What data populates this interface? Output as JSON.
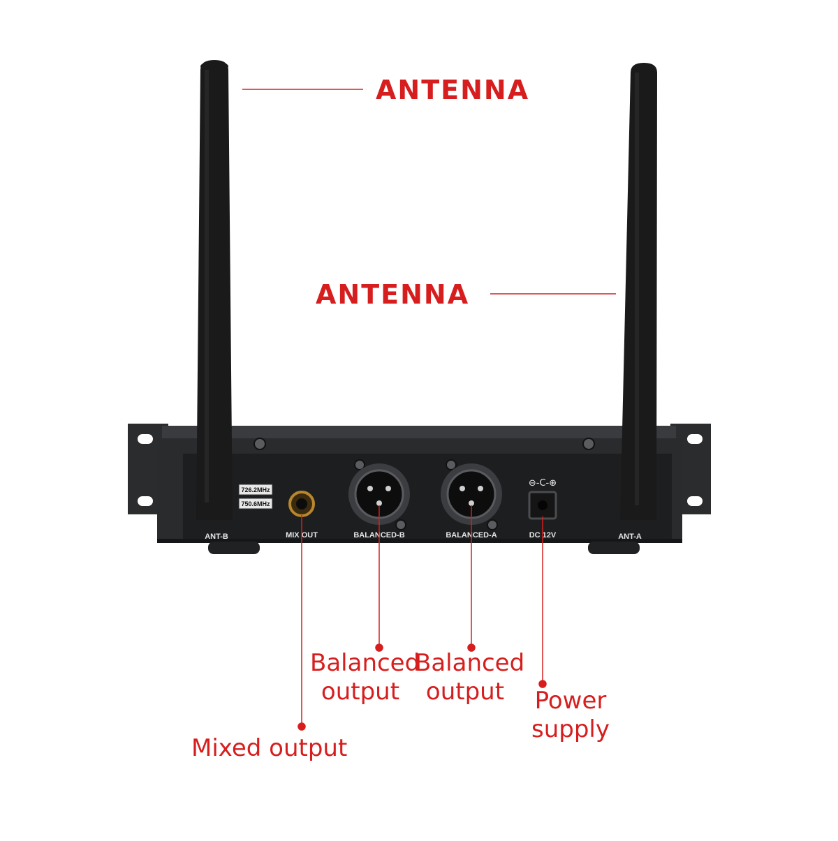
{
  "colors": {
    "accent": "#d71e1e",
    "device_body": "#2a2b2d",
    "device_face": "#1d1e20",
    "antenna": "#1a1a1a",
    "label_text": "#e6e6e6"
  },
  "callouts": {
    "antenna_top": "ANTENNA",
    "antenna_mid": "ANTENNA",
    "balanced_b": [
      "Balanced",
      "output"
    ],
    "balanced_a": [
      "Balanced",
      "output"
    ],
    "power": [
      "Power",
      "supply"
    ],
    "mixed": "Mixed output"
  },
  "panel_labels": {
    "ant_b": "ANT-B",
    "mix_out": "MIX OUT",
    "balanced_b": "BALANCED-B",
    "balanced_a": "BALANCED-A",
    "dc": "DC 12V",
    "ant_a": "ANT-A",
    "freq_1": "726.2MHz",
    "freq_2": "750.6MHz",
    "polarity": "⊖-C-⊕"
  }
}
